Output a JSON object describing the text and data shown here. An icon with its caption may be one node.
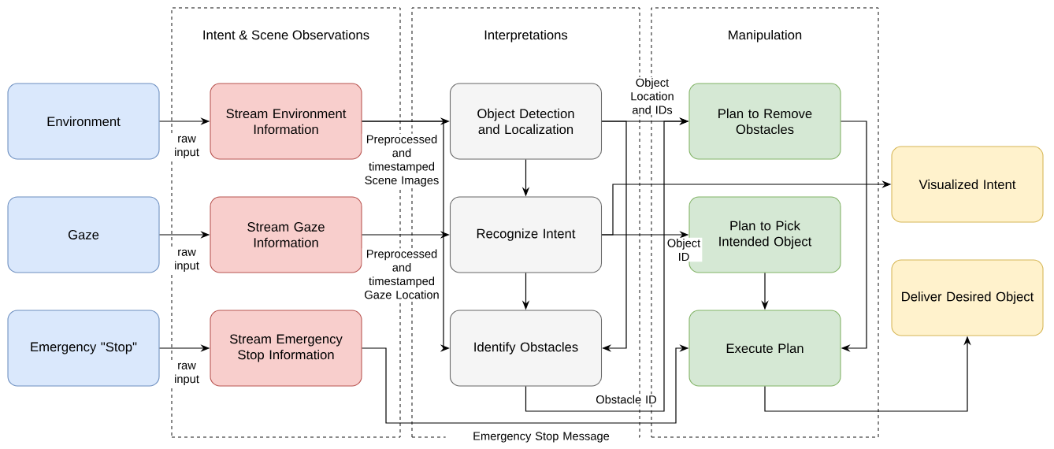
{
  "diagram": {
    "nodes": [
      {
        "text": [
          "Intent & Scene Observations"
        ]
      },
      {
        "text": [
          "Interpretations"
        ]
      },
      {
        "text": [
          "Manipulation"
        ]
      },
      {
        "text": [
          "Environment"
        ]
      },
      {
        "text": [
          "Gaze"
        ]
      },
      {
        "text": [
          "Emergency \"Stop\""
        ]
      },
      {
        "text": [
          "Stream Environment Information"
        ],
        "in": 0
      },
      {
        "text": [
          "Stream Gaze Information"
        ],
        "in": 0
      },
      {
        "text": [
          "Stream Emergency Stop Information"
        ],
        "in": 0
      },
      {
        "text": [
          "Object Detection and Localization"
        ],
        "in": 1
      },
      {
        "text": [
          "Recognize Intent"
        ],
        "in": 1
      },
      {
        "text": [
          "Identify Obstacles"
        ],
        "in": 1
      },
      {
        "text": [
          "Plan to Remove Obstacles"
        ],
        "in": 2
      },
      {
        "text": [
          "Plan to Pick Intended Object"
        ],
        "in": 2
      },
      {
        "text": [
          "Execute Plan"
        ],
        "in": 2
      },
      {
        "text": [
          "Visualized Intent"
        ]
      },
      {
        "text": [
          "Deliver Desired Object"
        ]
      }
    ],
    "edges": [
      {
        "from": 3,
        "to": 6,
        "arrow": "to",
        "label": "raw input"
      },
      {
        "from": 4,
        "to": 7,
        "arrow": "to",
        "label": "raw input"
      },
      {
        "from": 5,
        "to": 8,
        "arrow": "to",
        "label": "raw input"
      },
      {
        "from": 6,
        "to": 9,
        "arrow": "to",
        "label": "Preprocessed and timestamped Scene Images"
      },
      {
        "from": 6,
        "to": 11,
        "arrow": "to"
      },
      {
        "from": 7,
        "to": 10,
        "arrow": "to",
        "label": "Preprocessed and timestamped Gaze Location"
      },
      {
        "from": 9,
        "to": 10,
        "arrow": "to"
      },
      {
        "from": 10,
        "to": 11,
        "arrow": "to"
      },
      {
        "from": 9,
        "to": 12,
        "arrow": "to",
        "label": "Object Location and IDs"
      },
      {
        "from": 9,
        "to": 11,
        "arrow": "to"
      },
      {
        "from": 10,
        "to": 13,
        "arrow": "to",
        "label": "Object ID"
      },
      {
        "from": 10,
        "to": 15,
        "arrow": "to"
      },
      {
        "from": 11,
        "to": 12,
        "arrow": "to",
        "label": "Obstacle ID"
      },
      {
        "from": 8,
        "to": 14,
        "arrow": "to",
        "label": "Emergency Stop Message"
      },
      {
        "from": 13,
        "to": 14,
        "arrow": "to"
      },
      {
        "from": 12,
        "to": 14,
        "arrow": "to"
      },
      {
        "from": 14,
        "to": 16,
        "arrow": "to"
      }
    ]
  }
}
